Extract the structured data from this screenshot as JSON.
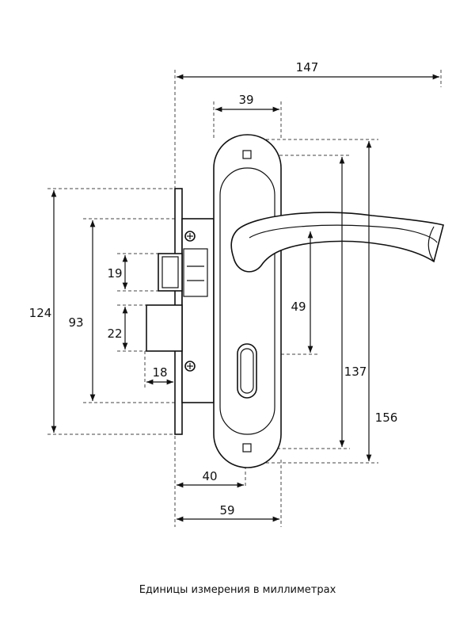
{
  "dimensions": {
    "overall_width": "147",
    "plate_width": "39",
    "lock_body_height": "124",
    "faceplate_spacing": "93",
    "latch_height": "19",
    "bolt_height": "22",
    "bolt_projection": "18",
    "handle_to_cylinder": "49",
    "plate_hole_spacing": "137",
    "plate_height": "156",
    "backset": "40",
    "plate_outer_offset": "59"
  },
  "caption": "Единицы измерения в миллиметрах",
  "colors": {
    "line": "#111111",
    "background": "#ffffff"
  }
}
